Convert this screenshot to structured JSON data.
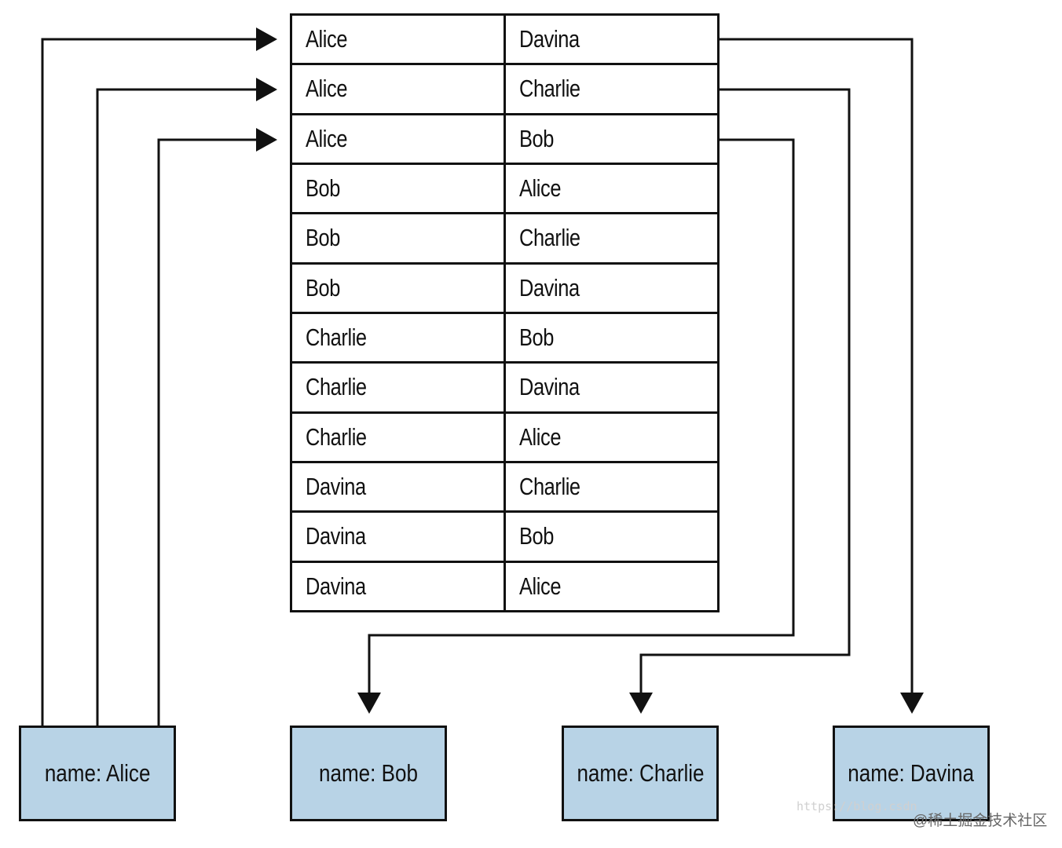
{
  "table": {
    "rows": [
      [
        "Alice",
        "Davina"
      ],
      [
        "Alice",
        "Charlie"
      ],
      [
        "Alice",
        "Bob"
      ],
      [
        "Bob",
        "Alice"
      ],
      [
        "Bob",
        "Charlie"
      ],
      [
        "Bob",
        "Davina"
      ],
      [
        "Charlie",
        "Bob"
      ],
      [
        "Charlie",
        "Davina"
      ],
      [
        "Charlie",
        "Alice"
      ],
      [
        "Davina",
        "Charlie"
      ],
      [
        "Davina",
        "Bob"
      ],
      [
        "Davina",
        "Alice"
      ]
    ]
  },
  "nodes": {
    "alice": "name: Alice",
    "bob": "name: Bob",
    "charlie": "name: Charlie",
    "davina": "name: Davina"
  },
  "colors": {
    "node_fill": "#b8d3e6",
    "stroke": "#111111"
  },
  "watermark": {
    "url_text": "https://blog.csdn",
    "credit": "@稀土掘金技术社区"
  }
}
